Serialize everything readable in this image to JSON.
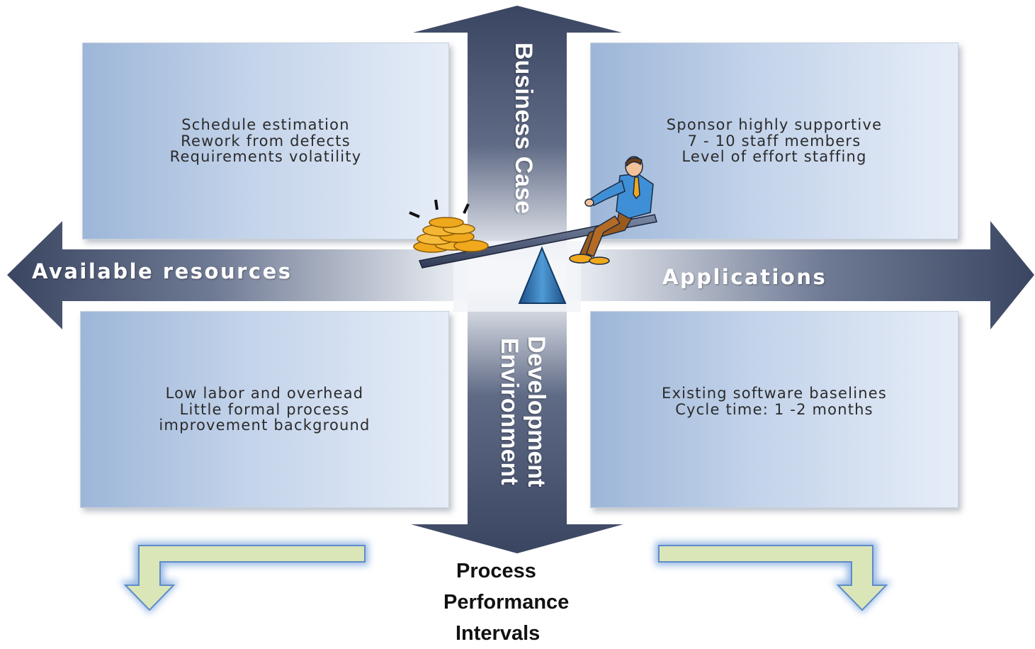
{
  "axes": {
    "left": "Available resources",
    "right": "Applications",
    "top": "Business Case",
    "bottom_line1": "Development",
    "bottom_line2": "Environment"
  },
  "quadrants": {
    "top_left": [
      "Schedule estimation",
      "Rework from defects",
      "Requirements volatility"
    ],
    "top_right": [
      "Sponsor highly supportive",
      "7 - 10 staff members",
      "Level of effort staffing"
    ],
    "bottom_left": [
      "Low labor and overhead",
      "Little formal process",
      "improvement background"
    ],
    "bottom_right": [
      "Existing software baselines",
      "Cycle time: 1 -2 months"
    ]
  },
  "outcome": {
    "line1": "Process",
    "line2": "Performance",
    "line3": "Intervals"
  },
  "colors": {
    "arrow_dark": "#3a4561",
    "arrow_light": "#e9edf4",
    "quadrant_left": "#9db6d8",
    "quadrant_right": "#e6edf8",
    "down_arrow_fill": "#dbe6b8",
    "down_arrow_glow": "#7fa7dd",
    "coins": "#f0a81c",
    "fulcrum": "#2f78b6"
  },
  "icons": [
    "seesaw-clipart",
    "coin-stack",
    "businessman",
    "down-right-arrow",
    "down-left-arrow"
  ]
}
